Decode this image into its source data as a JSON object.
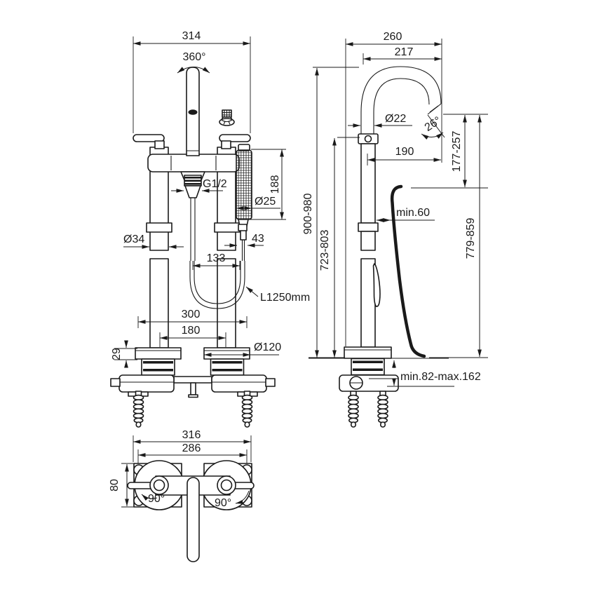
{
  "colors": {
    "line": "#1a1a1a",
    "background": "#ffffff"
  },
  "views": {
    "front": {
      "dims": {
        "overall_width": "314",
        "spout_swivel": "360°",
        "inlet_thread": "G1/2",
        "handshower_diameter": "Ø25",
        "handshower_height": "188",
        "column_diameter": "Ø34",
        "hose_offset": "43",
        "outlet_spacing": "133",
        "hose_length": "L1250mm",
        "anchor_spacing": "300",
        "column_spacing": "180",
        "base_plate_height": "29",
        "base_plate_diameter": "Ø120"
      }
    },
    "side": {
      "dims": {
        "overall_depth": "260",
        "spout_depth": "217",
        "spout_tube_diameter": "Ø22",
        "spout_angle": "26°",
        "spout_reach": "190",
        "spout_to_rim_range": "177-257",
        "total_height_range": "900-980",
        "column_height_range": "723-803",
        "rim_clearance": "min.60",
        "rim_height_range": "779-859",
        "floor_fixing_range": "min.82-max.162"
      }
    },
    "top": {
      "dims": {
        "overall_width": "316",
        "fixing_centres": "286",
        "plate_depth": "80",
        "left_handle_swing": "90°",
        "right_handle_swing": "90°"
      }
    }
  }
}
